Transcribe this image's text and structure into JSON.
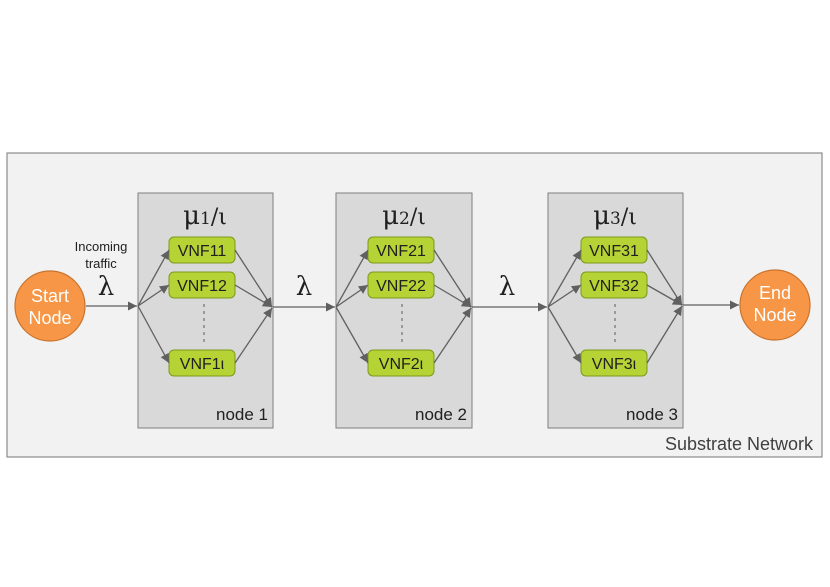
{
  "diagram": {
    "substrate_label": "Substrate Network",
    "start_node": {
      "line1": "Start",
      "line2": "Node"
    },
    "end_node": {
      "line1": "End",
      "line2": "Node"
    },
    "incoming_traffic": {
      "line1": "Incoming",
      "line2": "traffic"
    },
    "arrival_rate_symbol": "λ",
    "nodes": [
      {
        "label": "node 1",
        "rate_mu": "μ",
        "rate_sub": "1",
        "rate_rest": "/ι",
        "vnfs": [
          "VNF11",
          "VNF12",
          "VNF1ι"
        ]
      },
      {
        "label": "node 2",
        "rate_mu": "μ",
        "rate_sub": "2",
        "rate_rest": "/ι",
        "vnfs": [
          "VNF21",
          "VNF22",
          "VNF2ι"
        ]
      },
      {
        "label": "node 3",
        "rate_mu": "μ",
        "rate_sub": "3",
        "rate_rest": "/ι",
        "vnfs": [
          "VNF31",
          "VNF32",
          "VNF3ι"
        ]
      }
    ]
  },
  "colors": {
    "endpoint_fill": "#f79646",
    "vnf_fill": "#b5d334",
    "node_fill": "#d9d9d9",
    "substrate_fill": "#f2f2f2",
    "arrow": "#606060"
  }
}
